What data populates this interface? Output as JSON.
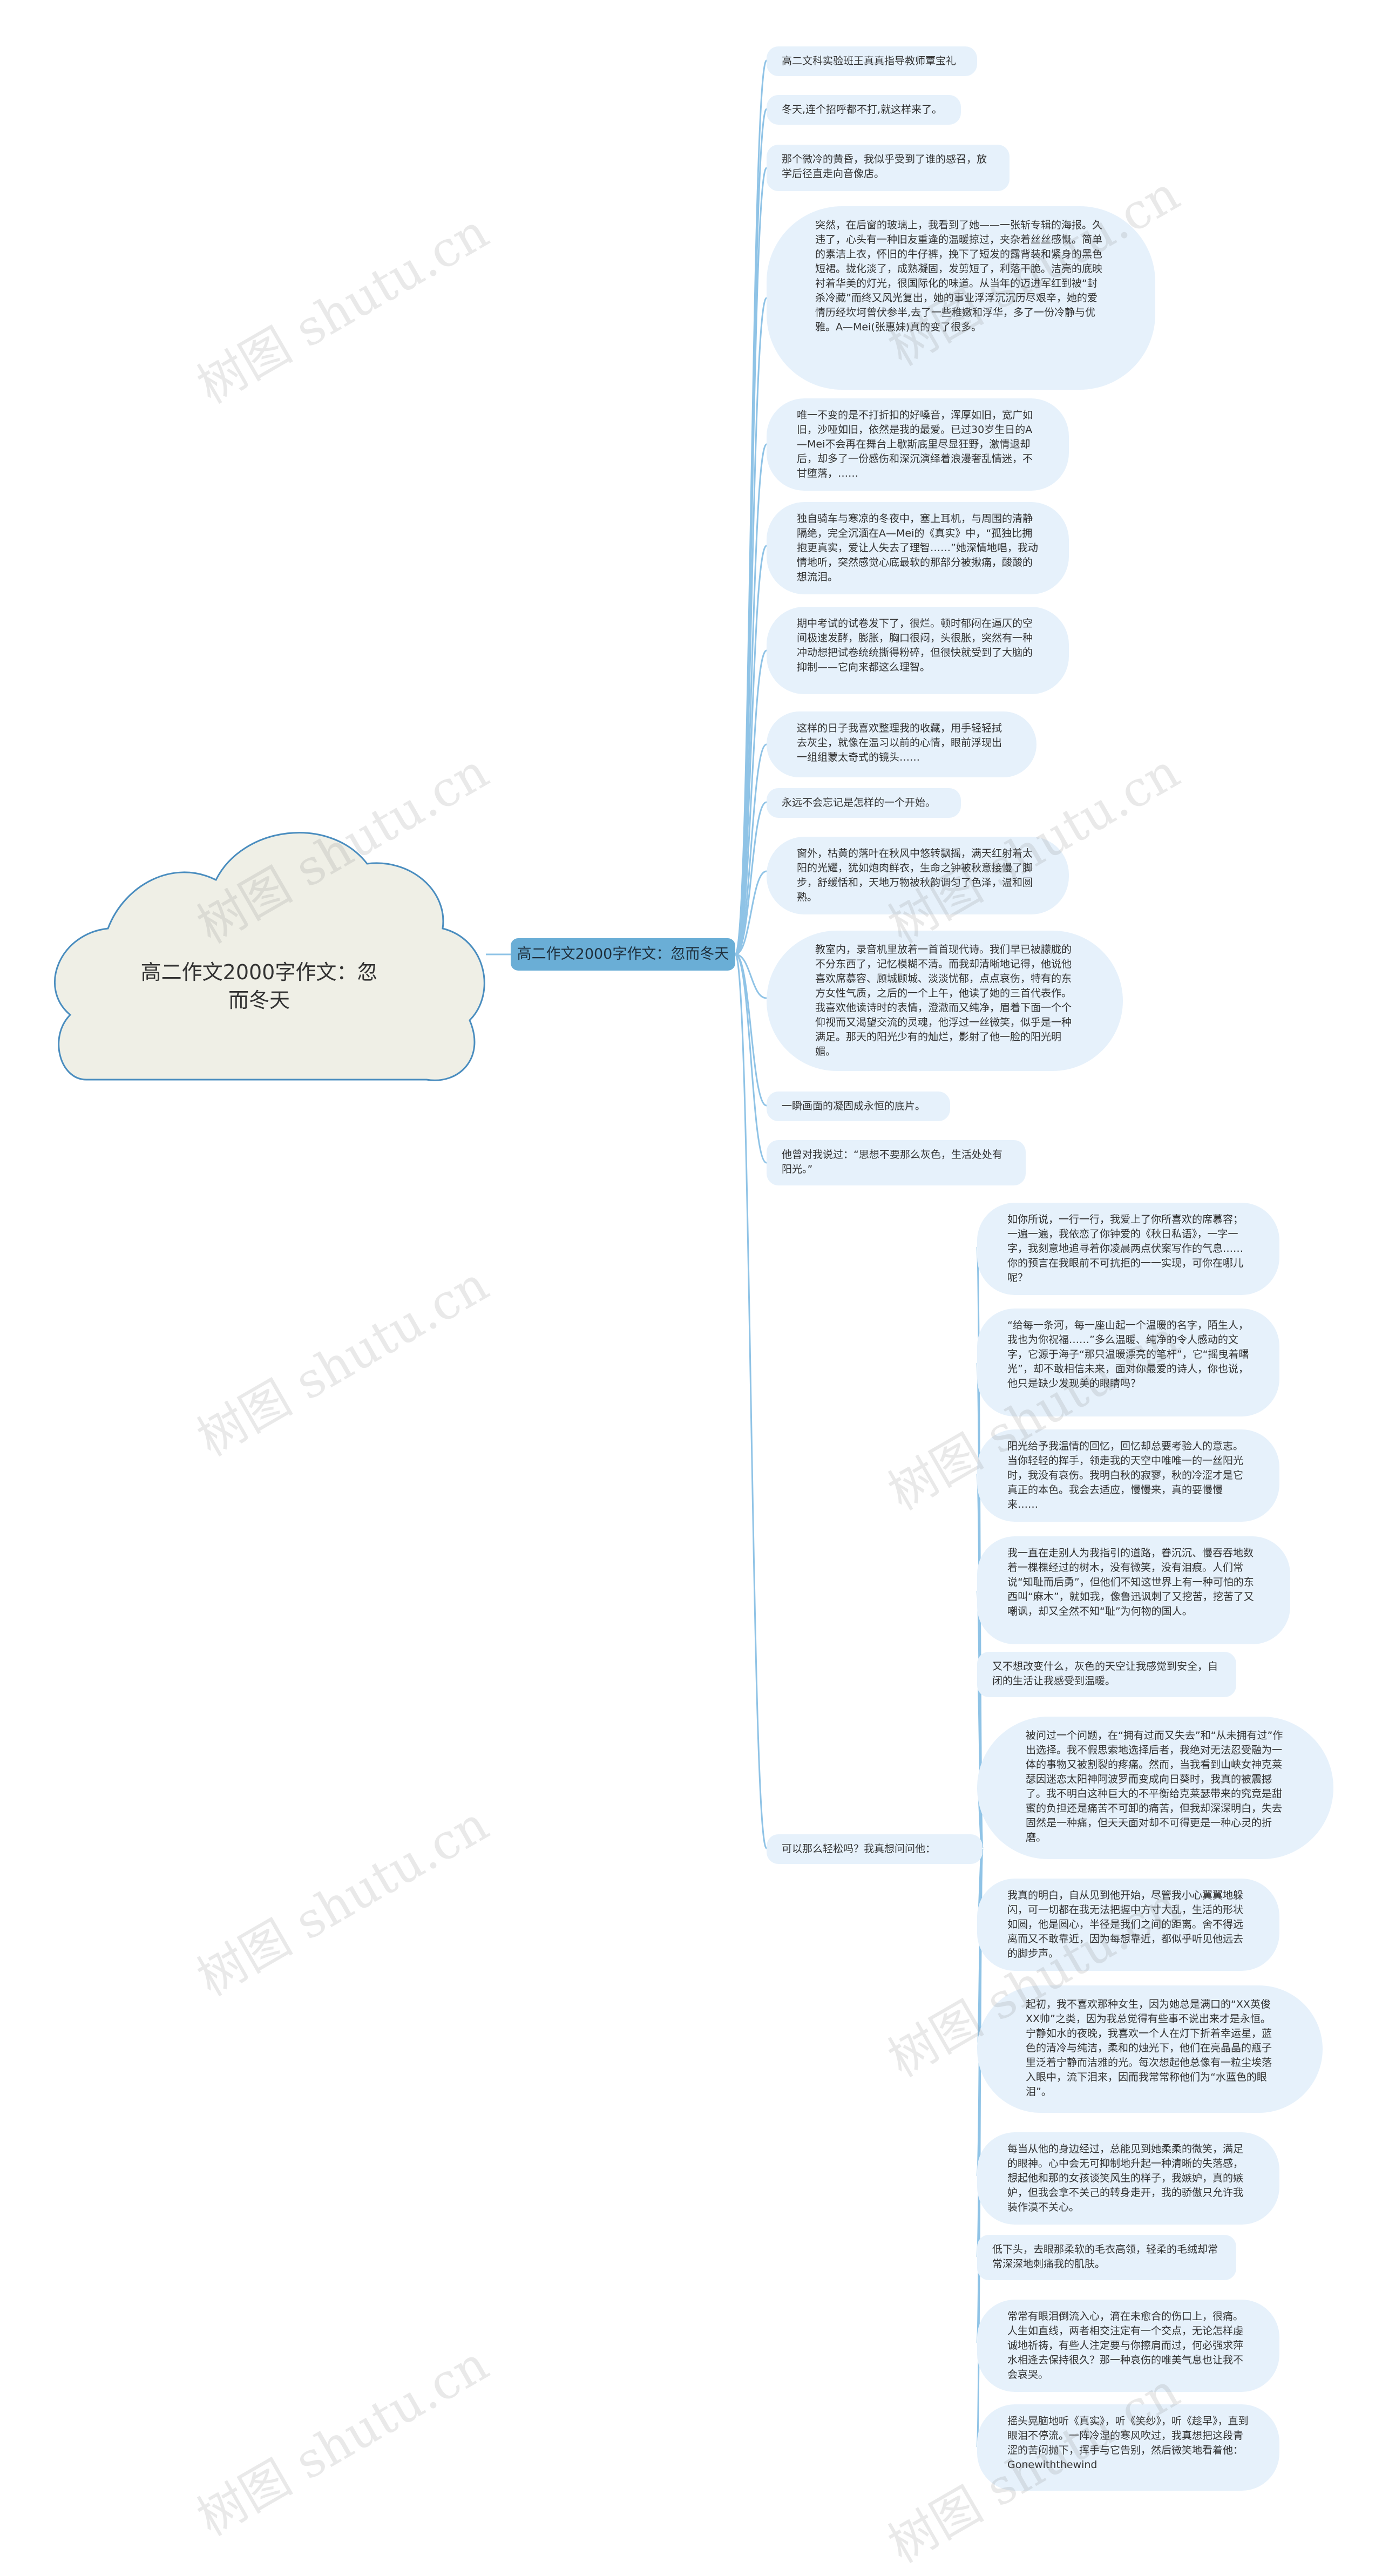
{
  "root": {
    "title": "高二作文2000字作文：忽而冬天"
  },
  "branch": {
    "label": "高二作文2000字作文：忽而冬天"
  },
  "watermark": "树图 shutu.cn",
  "colors": {
    "node_fill": "#e6f1fb",
    "line": "#8fc3e6",
    "branch_fill": "#6aaed6",
    "cloud_fill": "#efefe6",
    "cloud_stroke": "#4a8dbf"
  },
  "level1": [
    "高二文科实验班王真真指导教师覃宝礼",
    "冬天,连个招呼都不打,就这样来了。",
    "那个微冷的黄昏，我似乎受到了谁的感召，放学后径直走向音像店。",
    "突然，在后窗的玻璃上，我看到了她——一张斩专辑的海报。久违了，心头有一种旧友重逢的温暖掠过，夹杂着丝丝感慨。简单的素洁上衣，怀旧的牛仔裤，挽下了短发的露背装和紧身的黑色短裙。拢化淡了，成熟凝固，发剪短了，利落干脆。洁亮的底映衬着华美的灯光，很国际化的味道。从当年的迈进军红到被“封杀冷藏”而终又风光复出，她的事业浮浮沉沉历尽艰辛，她的爱情历经坎坷曾伏参半,去了一些稚嫩和浮华，多了一份冷静与优雅。A—Mei(张惠妹)真的变了很多。",
    "唯一不变的是不打折扣的好嗓音，浑厚如旧，宽广如旧，沙哑如旧，依然是我的最爱。已过30岁生日的A—Mei不会再在舞台上歇斯底里尽显狂野，激情退却后，却多了一份感伤和深沉演绎着浪漫奢乱情迷，不甘堕落，……",
    "独自骑车与寒凉的冬夜中，塞上耳机，与周围的清静隔绝，完全沉湎在A—Mei的《真实》中，“孤独比拥抱更真实，爱让人失去了理智……”她深情地唱，我动情地听，突然感觉心底最软的那部分被揪痛，酸酸的想流泪。",
    "期中考试的试卷发下了，很烂。顿时郁闷在逼仄的空间极速发酵，膨胀，胸口很闷，头很胀，突然有一种冲动想把试卷统统撕得粉碎，但很快就受到了大脑的抑制——它向来都这么理智。",
    "这样的日子我喜欢整理我的收藏，用手轻轻拭去灰尘，就像在温习以前的心情，眼前浮现出一组组蒙太奇式的镜头……",
    "永远不会忘记是怎样的一个开始。",
    "窗外，枯黄的落叶在秋风中悠转飘摇，满天红射着太阳的光耀，犹如炮肉鲜衣，生命之钟被秋意接慢了脚步，舒缓恬和，天地万物被秋韵调匀了色泽，温和圆熟。",
    "教室内，录音机里放着一首首现代诗。我们早已被朦胧的不分东西了，记忆模糊不清。而我却清晰地记得，他说他喜欢席慕容、顾城顾城、淡淡忧郁，点点哀伤，特有的东方女性气质，之后的一个上午，他读了她的三首代表作。我喜欢他读诗时的表情，澄澈而又纯净，眉着下面一个个仰视而又渴望交流的灵魂，他浮过一丝微笑，似乎是一种满足。那天的阳光少有的灿烂，影射了他一脸的阳光明媚。",
    "一瞬画面的凝固成永恒的底片。",
    "他曾对我说过：“思想不要那么灰色，生活处处有阳光。”",
    "可以那么轻松吗？我真想问问他："
  ],
  "level2": [
    "如你所说，一行一行，我爱上了你所喜欢的席慕容；一遍一遍，我依恋了你钟爱的《秋日私语》，一字一字，我刻意地追寻着你凌晨两点伏案写作的气息……你的预言在我眼前不可抗拒的一一实现，可你在哪儿呢？",
    "“给每一条河，每一座山起一个温暖的名字，陌生人，我也为你祝福……”多么温暖、纯净的令人感动的文字，它源于海子“那只温暖漂亮的笔杆”，它“摇曳着曙光”，却不敢相信未来，面对你最爱的诗人，你也说，他只是缺少发现美的眼睛吗？",
    "阳光给予我温情的回忆，回忆却总要考验人的意志。当你轻轻的挥手，领走我的天空中唯唯一的一丝阳光时，我没有哀伤。我明白秋的寂寥，秋的冷涩才是它真正的本色。我会去适应，慢慢来，真的要慢慢来……",
    "我一直在走别人为我指引的道路，眷沉沉、慢吞吞地数着一棵棵经过的树木，没有微笑，没有泪痕。人们常说“知耻而后勇”，但他们不知这世界上有一种可怕的东西叫“麻木”，就如我，像鲁迅讽刺了又挖苦，挖苦了又嘲讽，却又全然不知“耻”为何物的国人。",
    "又不想改变什么，灰色的天空让我感觉到安全，自闭的生活让我感受到温暖。",
    "被问过一个问题，在“拥有过而又失去”和“从未拥有过”作出选择。我不假思索地选择后者，我绝对无法忍受融为一体的事物又被割裂的疼痛。然而，当我看到山峡女神克莱瑟因迷恋太阳神阿波罗而变成向日葵时，我真的被震撼了。我不明白这种巨大的不平衡给克莱瑟带来的究竟是甜蜜的负担还是痛苦不可卸的痛苦，但我却深深明白，失去固然是一种痛，但天天面对却不可得更是一种心灵的折磨。",
    "我真的明白，自从见到他开始，尽管我小心翼翼地躲闪，可一切都在我无法把握中方寸大乱，生活的形状如圆，他是圆心，半径是我们之间的距离。舍不得远离而又不敢靠近，因为每想靠近，都似乎听见他远去的脚步声。",
    "起初，我不喜欢那种女生，因为她总是满口的“XX英俊XX帅”之类，因为我总觉得有些事不说出来才是永恒。宁静如水的夜晚，我喜欢一个人在灯下折着幸运星，蓝色的清冷与纯洁，柔和的烛光下，他们在亮晶晶的瓶子里泛着宁静而洁雅的光。每次想起他总像有一粒尘埃落入眼中，流下泪来，因而我常常称他们为“水蓝色的眼泪”。",
    "每当从他的身边经过，总能见到她柔柔的微笑，满足的眼神。心中会无可抑制地升起一种清晰的失落感，想起他和那的女孩谈笑风生的样子，我嫉妒，真的嫉妒，但我会拿不关己的转身走开，我的骄傲只允许我装作漠不关心。",
    "低下头，去眼那柔软的毛衣高领，轻柔的毛绒却常常深深地刺痛我的肌肤。",
    "常常有眼泪倒流入心，滴在未愈合的伤口上，很痛。人生如直线，两者相交注定有一个交点，无论怎样虔诚地祈祷，有些人注定要与你擦肩而过，何必强求萍水相逢去保持很久？那一种哀伤的唯美气息也让我不会哀哭。",
    "摇头晃脑地听《真实》，听《笑纱》，听《趁早》，直到眼泪不停流。一阵冷湿的寒风吹过，我真想把这段青涩的苦闷抛下，挥手与它告别，然后微笑地看着他：Gonewiththewind"
  ]
}
